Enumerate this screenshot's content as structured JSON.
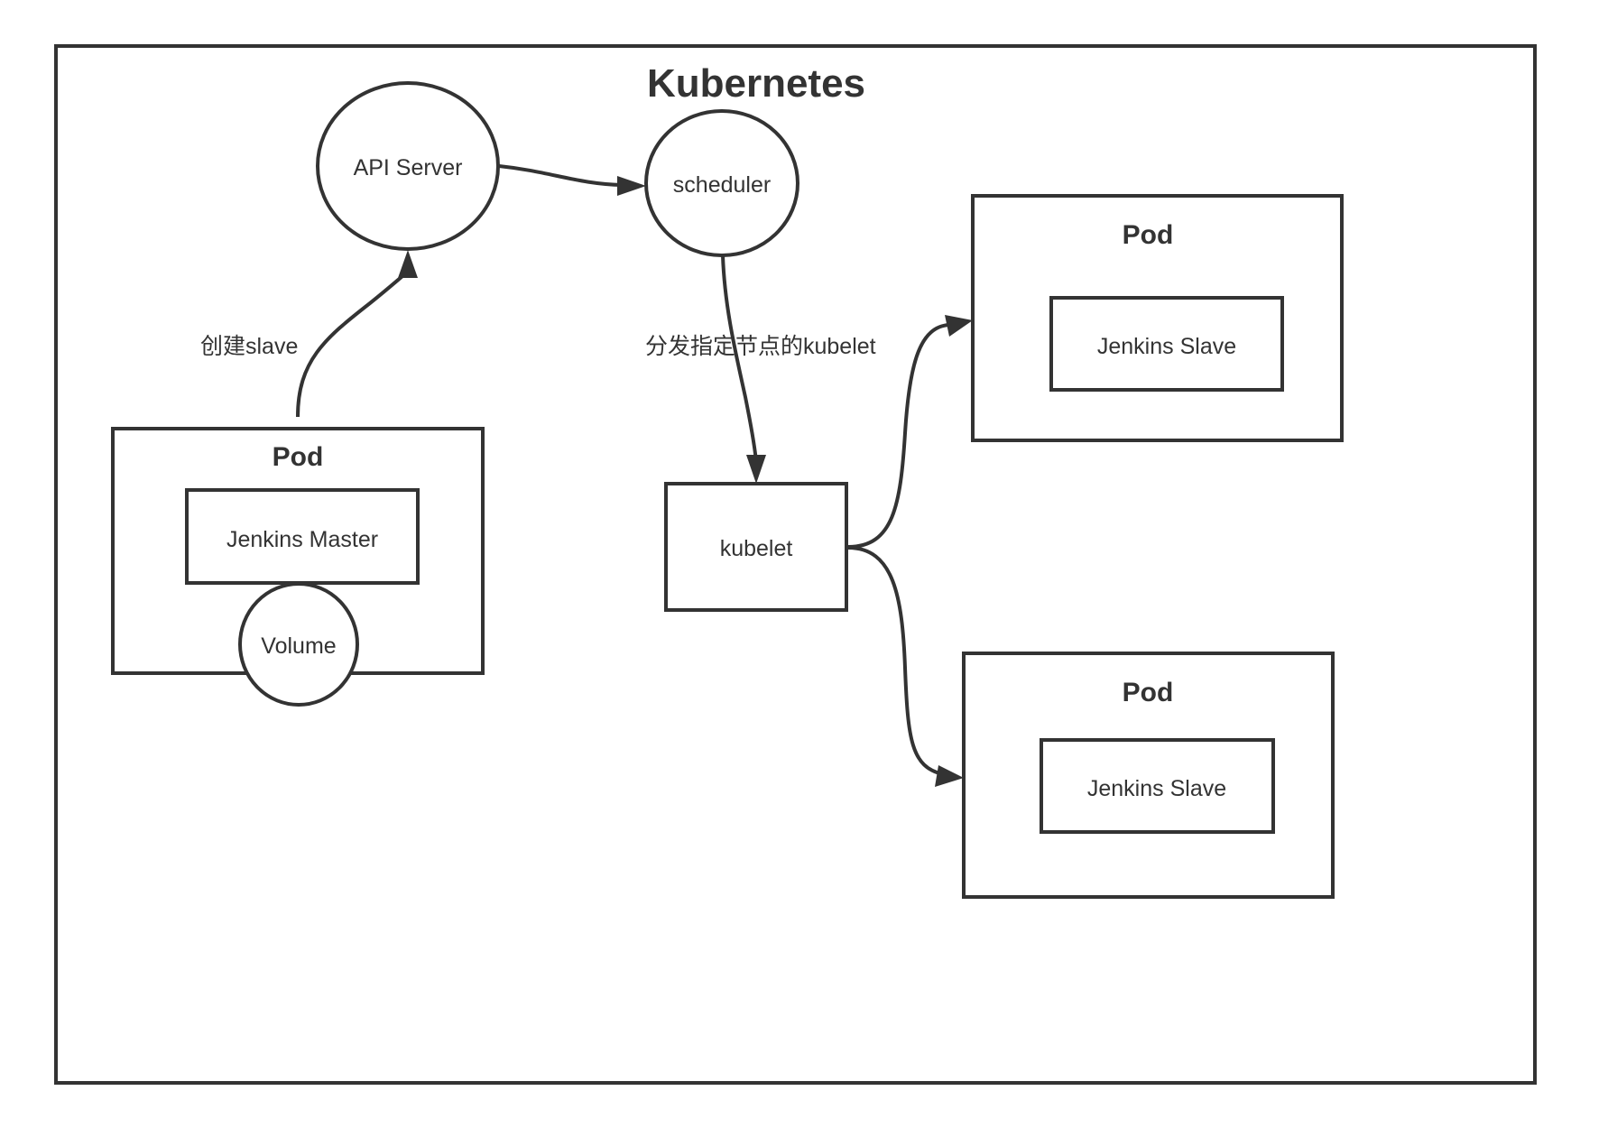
{
  "diagram": {
    "title": "Kubernetes",
    "colors": {
      "stroke": "#333333",
      "background": "#ffffff",
      "text": "#333333"
    },
    "nodes": {
      "api_server": {
        "label": "API Server",
        "shape": "ellipse"
      },
      "scheduler": {
        "label": "scheduler",
        "shape": "ellipse"
      },
      "kubelet": {
        "label": "kubelet",
        "shape": "rectangle"
      },
      "master_pod": {
        "label": "Pod",
        "shape": "rectangle"
      },
      "jenkins_master": {
        "label": "Jenkins Master",
        "shape": "rectangle"
      },
      "volume": {
        "label": "Volume",
        "shape": "ellipse"
      },
      "slave_pod_1": {
        "label": "Pod",
        "shape": "rectangle"
      },
      "jenkins_slave_1": {
        "label": "Jenkins Slave",
        "shape": "rectangle"
      },
      "slave_pod_2": {
        "label": "Pod",
        "shape": "rectangle"
      },
      "jenkins_slave_2": {
        "label": "Jenkins Slave",
        "shape": "rectangle"
      }
    },
    "edges": [
      {
        "from": "master_pod",
        "to": "api_server",
        "label": "创建slave"
      },
      {
        "from": "api_server",
        "to": "scheduler",
        "label": ""
      },
      {
        "from": "scheduler",
        "to": "kubelet",
        "label": "分发指定节点的kubelet"
      },
      {
        "from": "kubelet",
        "to": "slave_pod_1",
        "label": ""
      },
      {
        "from": "kubelet",
        "to": "slave_pod_2",
        "label": ""
      }
    ]
  }
}
